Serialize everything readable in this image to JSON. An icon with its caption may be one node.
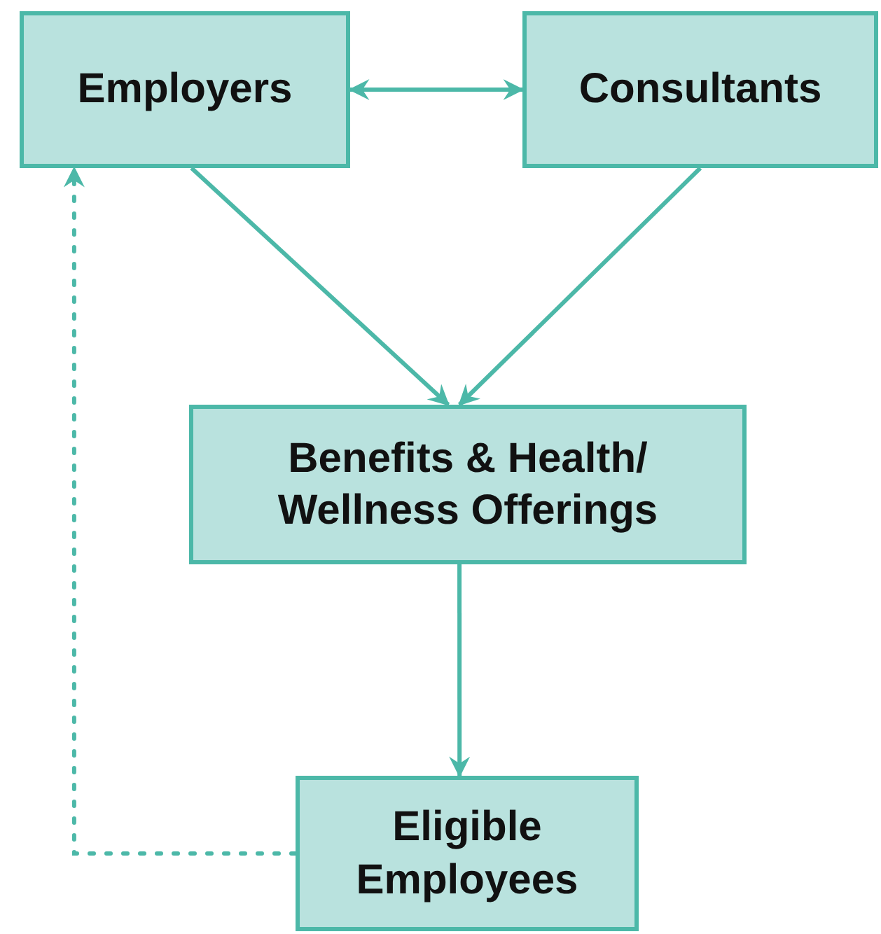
{
  "diagram": {
    "nodes": [
      {
        "text": [
          "Employers"
        ]
      },
      {
        "text": [
          "Consultants"
        ]
      },
      {
        "text": [
          "Benefits & Health/ Wellness Offerings"
        ]
      },
      {
        "text": [
          "Eligible Employees"
        ]
      }
    ],
    "edges": [
      {
        "from": 0,
        "to": 1,
        "arrow": "both"
      },
      {
        "from": 0,
        "to": 2,
        "arrow": "to"
      },
      {
        "from": 1,
        "to": 2,
        "arrow": "to"
      },
      {
        "from": 2,
        "to": 3,
        "arrow": "to"
      },
      {
        "from": 3,
        "to": 0,
        "arrow": "to",
        "style": "dashed"
      }
    ]
  }
}
